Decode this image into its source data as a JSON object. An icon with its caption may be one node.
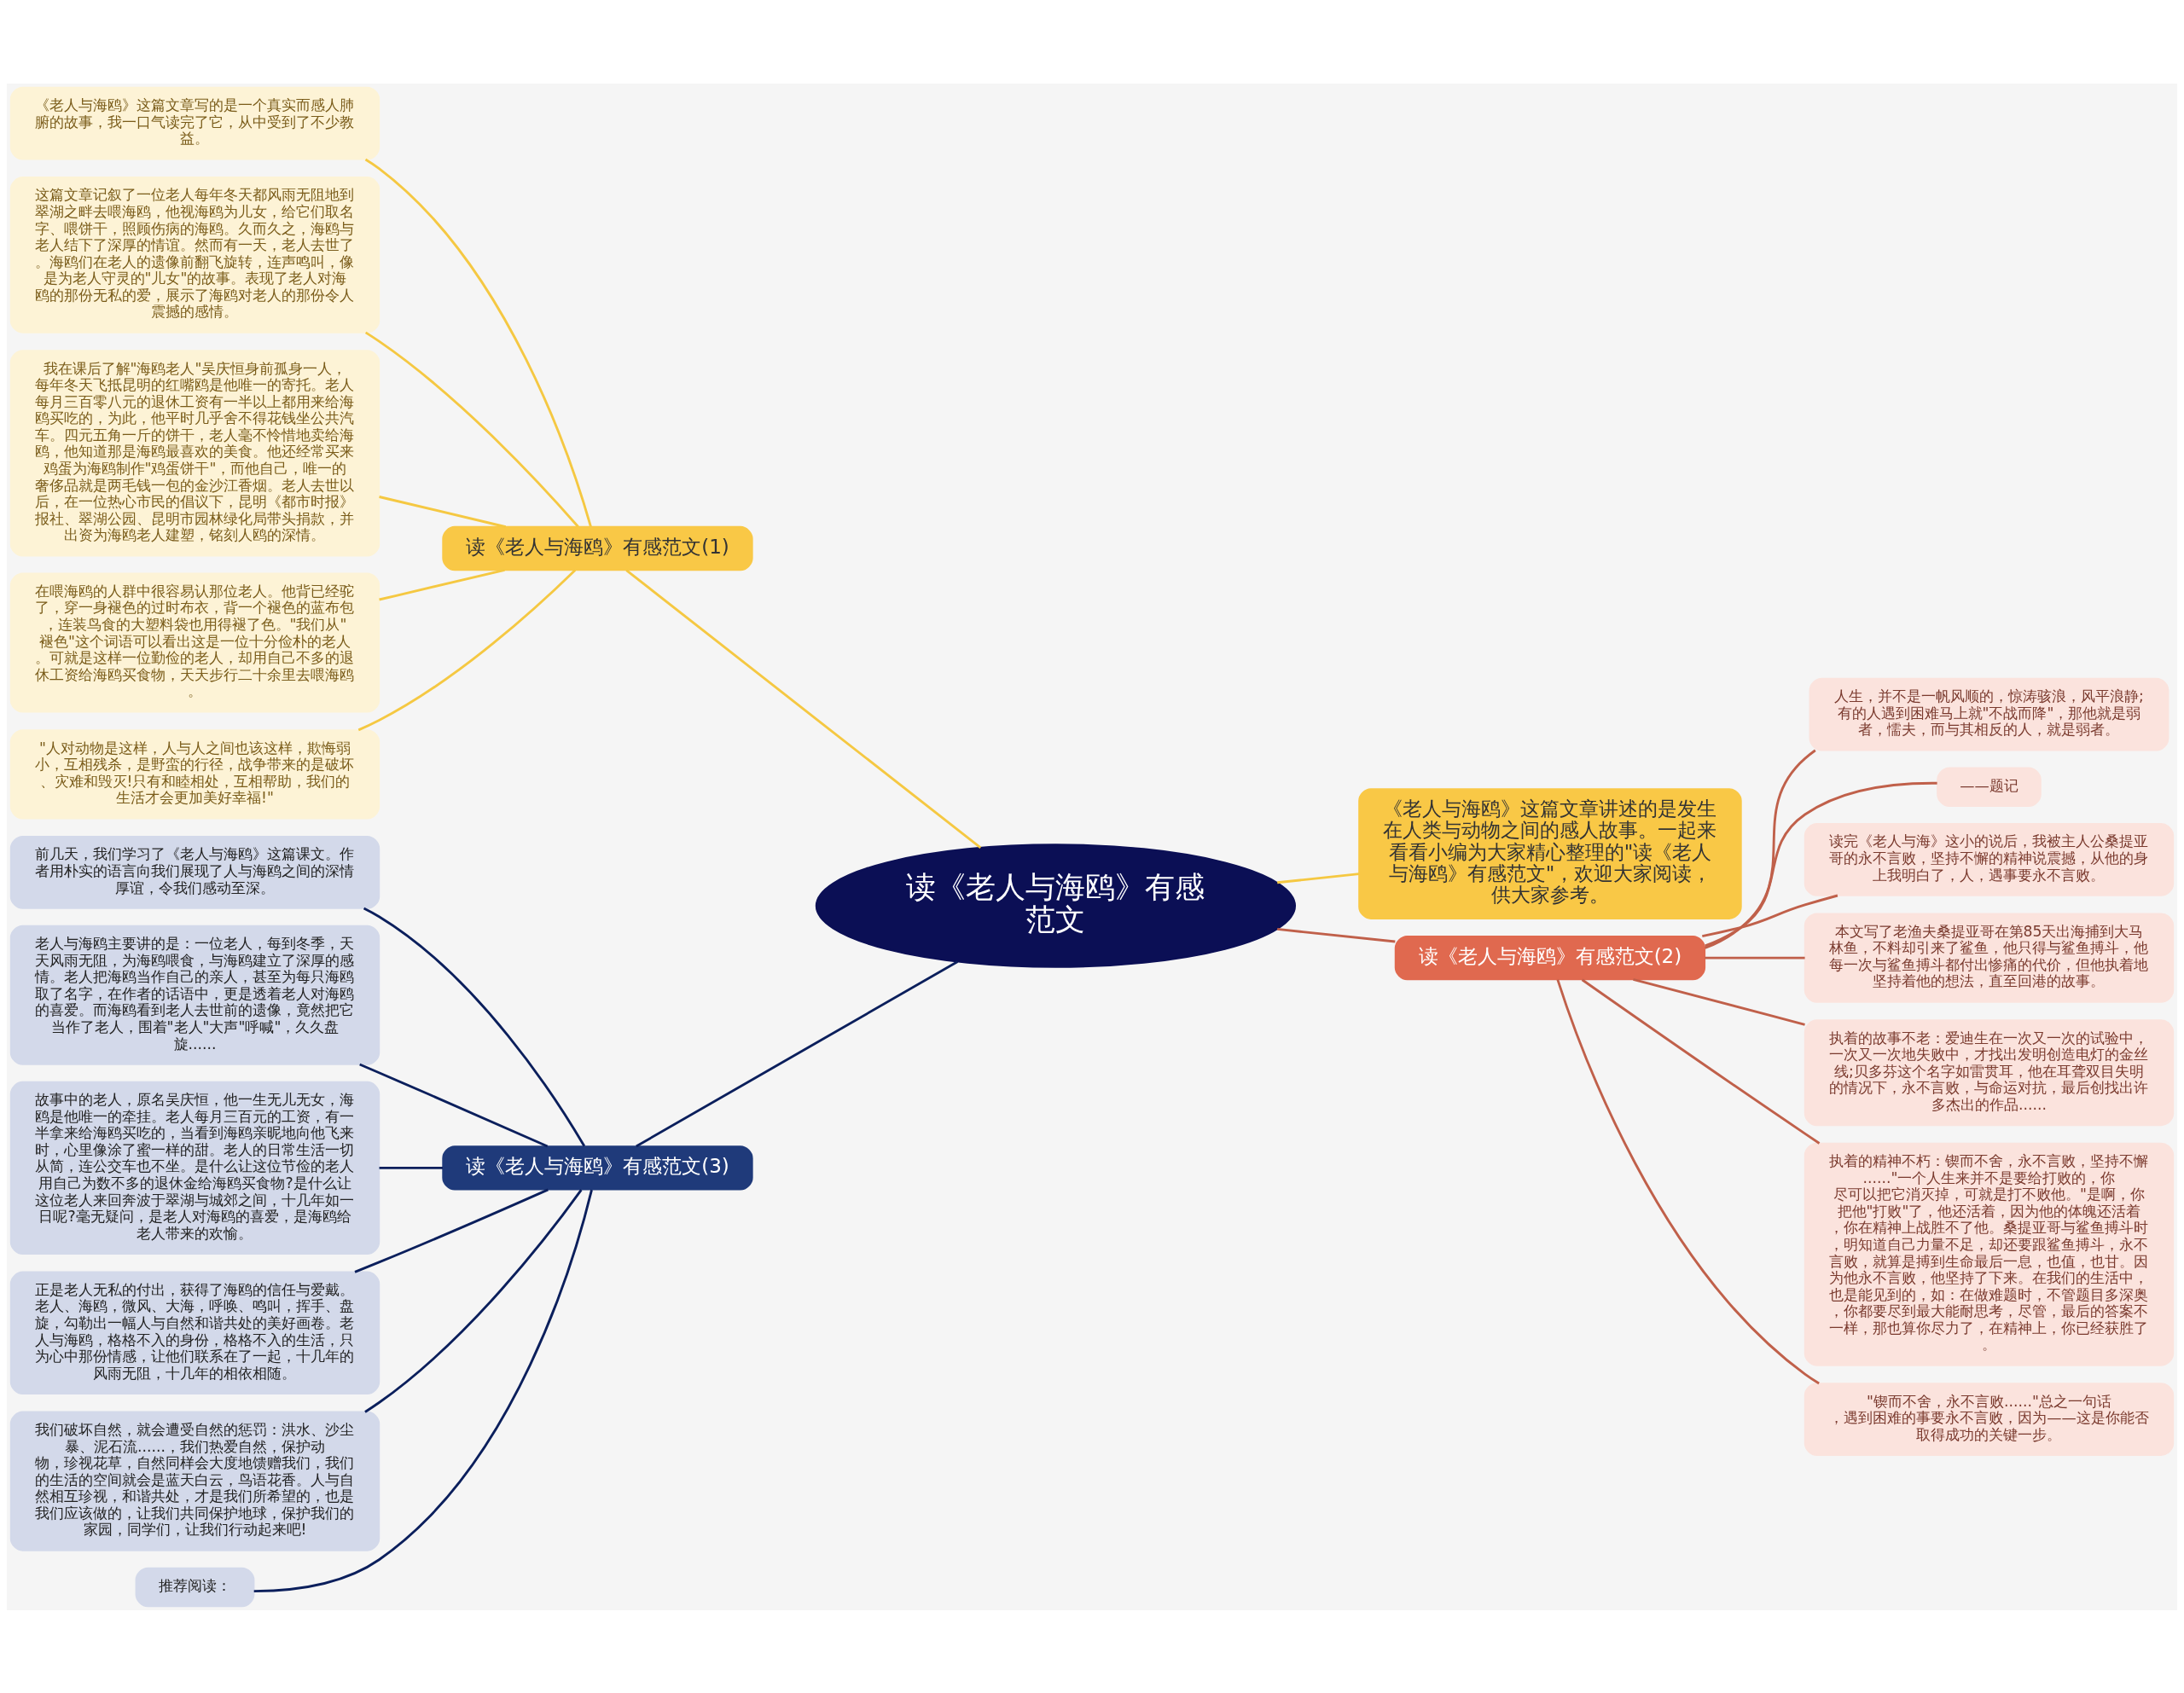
{
  "diagram": {
    "nodes": [
      {
        "text": [
          "读《老人与海鸥》有感范文"
        ]
      },
      {
        "text": [
          "《老人与海鸥》这篇文章讲述的是发生在人类与动物之间的感人故事。一起来看看小编为大家精心整理的\"读《老人与海鸥》有感范文\"，欢迎大家阅读，供大家参考。"
        ]
      },
      {
        "text": [
          "读《老人与海鸥》有感范文(1)"
        ]
      },
      {
        "text": [
          "《老人与海鸥》这篇文章写的是一个真实而感人肺腑的故事，我一口气读完了它，从中受到了不少教益。"
        ]
      },
      {
        "text": [
          "这篇文章记叙了一位老人每年冬天都风雨无阻地到翠湖之畔去喂海鸥，他视海鸥为儿女，给它们取名字、喂饼干，照顾伤病的海鸥。久而久之，海鸥与老人结下了深厚的情谊。然而有一天，老人去世了。海鸥们在老人的遗像前翻飞旋转，连声鸣叫，像是为老人守灵的\"儿女\"的故事。表现了老人对海鸥的那份无私的爱，展示了海鸥对老人的那份令人震撼的感情。"
        ]
      },
      {
        "text": [
          "我在课后了解\"海鸥老人\"吴庆恒身前孤身一人，每年冬天飞抵昆明的红嘴鸥是他唯一的寄托。老人每月三百零八元的退休工资有一半以上都用来给海鸥买吃的，为此，他平时几乎舍不得花钱坐公共汽车。四元五角一斤的饼干，老人毫不怜惜地卖给海鸥，他知道那是海鸥最喜欢的美食。他还经常买来鸡蛋为海鸥制作\"鸡蛋饼干\"，而他自己，唯一的奢侈品就是两毛钱一包的金沙江香烟。老人去世以后，在一位热心市民的倡议下，昆明《都市时报》报社、翠湖公园、昆明市园林绿化局带头捐款，并出资为海鸥老人建塑，铭刻人鸥的深情。"
        ]
      },
      {
        "text": [
          "在喂海鸥的人群中很容易认那位老人。他背已经驼了，穿一身褪色的过时布衣，背一个褪色的蓝布包，连装鸟食的大塑料袋也用得褪了色。\"我们从\"褪色\"这个词语可以看出这是一位十分俭朴的老人。可就是这样一位勤俭的老人，却用自己不多的退休工资给海鸥买食物，天天步行二十余里去喂海鸥。"
        ]
      },
      {
        "text": [
          "\"人对动物是这样，人与人之间也该这样，欺悔弱小，互相残杀，是野蛮的行径，战争带来的是破坏、灾难和毁灭!只有和睦相处，互相帮助，我们的生活才会更加美好幸福!\""
        ]
      },
      {
        "text": [
          "读《老人与海鸥》有感范文(2)"
        ]
      },
      {
        "text": [
          "人生，并不是一帆风顺的，惊涛骇浪，风平浪静;有的人遇到困难马上就\"不战而降\"，那他就是弱者，懦夫，而与其相反的人，就是弱者。"
        ]
      },
      {
        "text": [
          "——题记"
        ]
      },
      {
        "text": [
          "读完《老人与海》这小的说后，我被主人公桑提亚哥的永不言败，坚持不懈的精神说震撼，从他的身上我明白了，人，遇事要永不言败。"
        ]
      },
      {
        "text": [
          "本文写了老渔夫桑提亚哥在第85天出海捕到大马林鱼，不料却引来了鲨鱼，他只得与鲨鱼搏斗，他每一次与鲨鱼搏斗都付出惨痛的代价，但他执着地坚持着他的想法，直至回港的故事。"
        ]
      },
      {
        "text": [
          "执着的故事不老：爱迪生在一次又一次的试验中，一次又一次地失败中，才找出发明创造电灯的金丝线;贝多芬这个名字如雷贯耳，他在耳聋双目失明的情况下，永不言败，与命运对抗，最后创找出许多杰出的作品......"
        ]
      },
      {
        "text": [
          "执着的精神不朽：锲而不舍，永不言败，坚持不懈......\"一个人生来并不是要给打败的，你尽可以把它消灭掉，可就是打不败他。\"是啊，你把他\"打败\"了，他还活着，因为他的体魄还活着，你在精神上战胜不了他。桑提亚哥与鲨鱼搏斗时，明知道自己力量不足，却还要跟鲨鱼搏斗，永不言败，就算是搏到生命最后一息，也值，也甘。因为他永不言败，他坚持了下来。在我们的生活中，也是能见到的，如：在做难题时，不管题目多深奥，你都要尽到最大能耐思考，尽管，最后的答案不一样，那也算你尽力了，在精神上，你已经获胜了。"
        ]
      },
      {
        "text": [
          "\"锲而不舍，永不言败......\"总之一句话，遇到困难的事要永不言败，因为——这是你能否取得成功的关键一步。"
        ]
      },
      {
        "text": [
          "读《老人与海鸥》有感范文(3)"
        ]
      },
      {
        "text": [
          "前几天，我们学习了《老人与海鸥》这篇课文。作者用朴实的语言向我们展现了人与海鸥之间的深情厚谊，令我们感动至深。"
        ]
      },
      {
        "text": [
          "老人与海鸥主要讲的是：一位老人，每到冬季，天天风雨无阻，为海鸥喂食，与海鸥建立了深厚的感情。老人把海鸥当作自己的亲人，甚至为每只海鸥取了名字，在作者的话语中，更是透着老人对海鸥的喜爱。而海鸥看到老人去世前的遗像，竟然把它当作了老人，围着\"老人\"大声\"呼喊\"，久久盘旋......"
        ]
      },
      {
        "text": [
          "故事中的老人，原名吴庆恒，他一生无儿无女，海鸥是他唯一的牵挂。老人每月三百元的工资，有一半拿来给海鸥买吃的，当看到海鸥亲昵地向他飞来时，心里像涂了蜜一样的甜。老人的日常生活一切从简，连公交车也不坐。是什么让这位节俭的老人用自己为数不多的退休金给海鸥买食物?是什么让这位老人来回奔波于翠湖与城郊之间，十几年如一日呢?毫无疑问，是老人对海鸥的喜爱，是海鸥给老人带来的欢愉。"
        ]
      },
      {
        "text": [
          "正是老人无私的付出，获得了海鸥的信任与爱戴。老人、海鸥，微风、大海，呼唤、鸣叫，挥手、盘旋，勾勒出一幅人与自然和谐共处的美好画卷。老人与海鸥，格格不入的身份，格格不入的生活，只为心中那份情感，让他们联系在了一起，十几年的风雨无阻，十几年的相依相随。"
        ]
      },
      {
        "text": [
          "我们破坏自然，就会遭受自然的惩罚：洪水、沙尘暴、泥石流......，我们热爱自然，保护动物，珍视花草，自然同样会大度地馈赠我们，我们的生活的空间就会是蓝天白云，鸟语花香。人与自然相互珍视，和谐共处，才是我们所希望的，也是我们应该做的，让我们共同保护地球，保护我们的家园，同学们，让我们行动起来吧!"
        ]
      },
      {
        "text": [
          "推荐阅读："
        ]
      }
    ],
    "edges": [
      {
        "from": 0,
        "to": 1,
        "arrow": "none",
        "color": "#f5c842"
      },
      {
        "from": 0,
        "to": 2,
        "arrow": "none",
        "color": "#f5c842"
      },
      {
        "from": 2,
        "to": 3,
        "arrow": "none",
        "color": "#f5c842"
      },
      {
        "from": 2,
        "to": 4,
        "arrow": "none",
        "color": "#f5c842"
      },
      {
        "from": 2,
        "to": 5,
        "arrow": "none",
        "color": "#f5c842"
      },
      {
        "from": 2,
        "to": 6,
        "arrow": "none",
        "color": "#f5c842"
      },
      {
        "from": 2,
        "to": 7,
        "arrow": "none",
        "color": "#f5c842"
      },
      {
        "from": 0,
        "to": 8,
        "arrow": "none"
      },
      {
        "from": 8,
        "to": 9,
        "arrow": "none"
      },
      {
        "from": 8,
        "to": 10,
        "arrow": "none"
      },
      {
        "from": 8,
        "to": 11,
        "arrow": "none"
      },
      {
        "from": 8,
        "to": 12,
        "arrow": "none"
      },
      {
        "from": 8,
        "to": 13,
        "arrow": "none"
      },
      {
        "from": 8,
        "to": 14,
        "arrow": "none"
      },
      {
        "from": 8,
        "to": 15,
        "arrow": "none"
      },
      {
        "from": 0,
        "to": 16,
        "arrow": "none",
        "color": "#0b1f5c"
      },
      {
        "from": 16,
        "to": 17,
        "arrow": "none",
        "color": "#0b1f5c"
      },
      {
        "from": 16,
        "to": 18,
        "arrow": "none",
        "color": "#0b1f5c"
      },
      {
        "from": 16,
        "to": 19,
        "arrow": "none",
        "color": "#0b1f5c"
      },
      {
        "from": 16,
        "to": 20,
        "arrow": "none",
        "color": "#0b1f5c"
      },
      {
        "from": 16,
        "to": 21,
        "arrow": "none",
        "color": "#0b1f5c"
      },
      {
        "from": 16,
        "to": 22,
        "arrow": "none",
        "color": "#0b1f5c"
      }
    ]
  }
}
